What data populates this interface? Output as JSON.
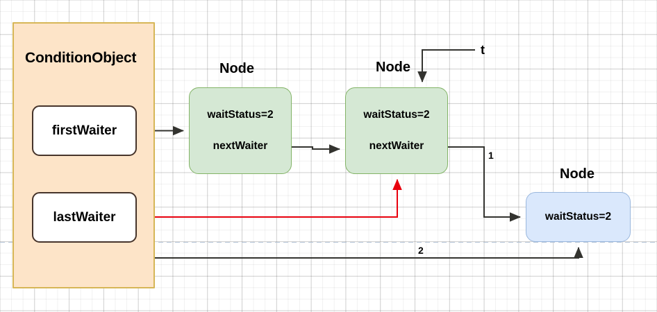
{
  "diagram": {
    "title_block": {
      "label": "ConditionObject",
      "fill": "#fde4c8",
      "stroke": "#d6b656"
    },
    "fields": [
      {
        "name": "first-waiter",
        "label": "firstWaiter"
      },
      {
        "name": "last-waiter",
        "label": "lastWaiter"
      }
    ],
    "nodes": [
      {
        "id": "node1",
        "caption": "Node",
        "lines": [
          "waitStatus=2",
          "nextWaiter"
        ],
        "fill": "#d5e8d4",
        "stroke": "#82b366"
      },
      {
        "id": "node2",
        "caption": "Node",
        "lines": [
          "waitStatus=2",
          "nextWaiter"
        ],
        "fill": "#d5e8d4",
        "stroke": "#82b366"
      },
      {
        "id": "node3",
        "caption": "Node",
        "lines": [
          "waitStatus=2"
        ],
        "fill": "#dae8fc",
        "stroke": "#9ab7dd"
      }
    ],
    "edge_labels": {
      "t": "t",
      "one": "1",
      "two": "2"
    },
    "colors": {
      "edge_black": "#33332f",
      "edge_red": "#e8000d",
      "grid_line": "#d8d8d8",
      "dashed_guide": "#b8c7d9"
    }
  }
}
